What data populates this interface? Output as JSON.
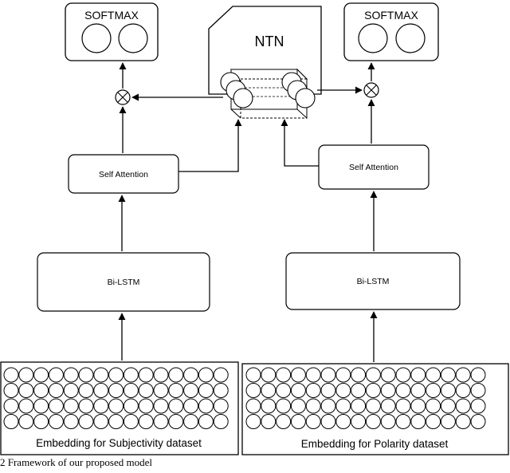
{
  "nodes": {
    "softmax_left": "SOFTMAX",
    "softmax_right": "SOFTMAX",
    "ntn": "NTN",
    "self_attention_left": "Self Attention",
    "self_attention_right": "Self Attention",
    "bilstm_left": "Bi-LSTM",
    "bilstm_right": "Bi-LSTM",
    "embedding_left": "Embedding for Subjectivity dataset",
    "embedding_right": "Embedding for Polarity dataset"
  },
  "caption": "2 Framework of our proposed model"
}
